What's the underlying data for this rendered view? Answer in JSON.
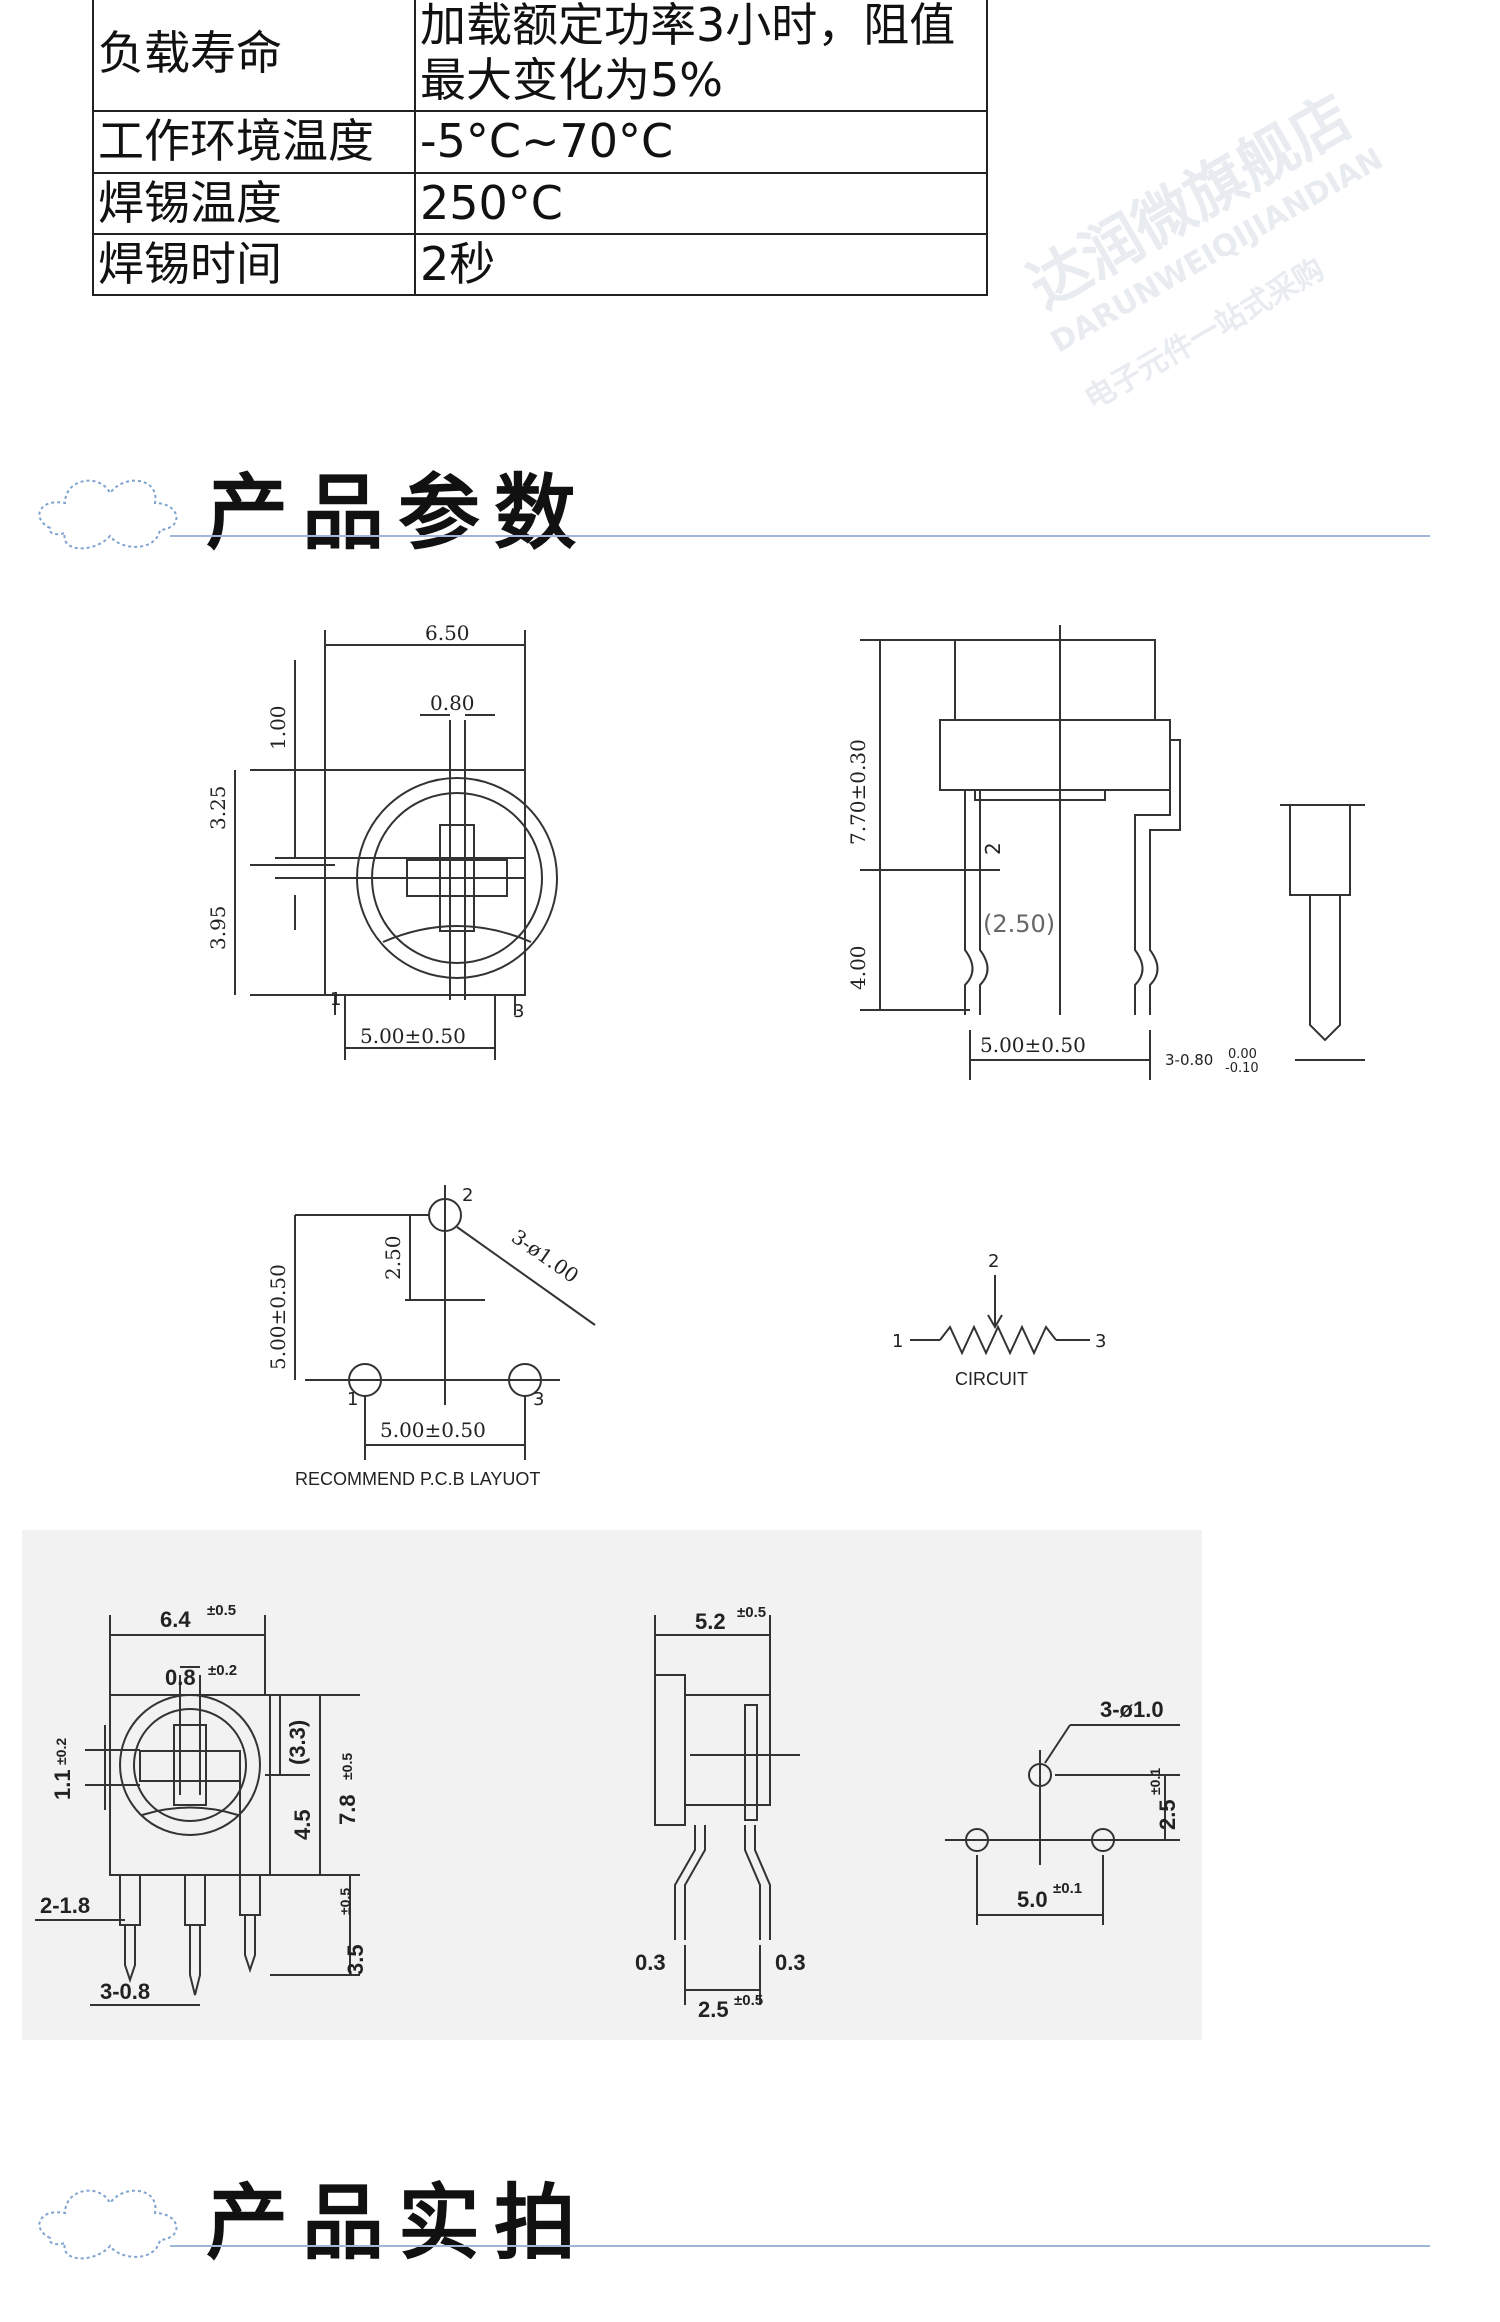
{
  "spec_table": [
    {
      "key": "负载寿命",
      "value_line1": "加载额定功率3小时，阻值",
      "value_line2": "最大变化为5%"
    },
    {
      "key": "工作环境温度",
      "value_line1": "-5°C~70°C"
    },
    {
      "key": "焊锡温度",
      "value_line1": "250°C"
    },
    {
      "key": "焊锡时间",
      "value_line1": "2秒"
    }
  ],
  "sections": {
    "params_title": "产品参数",
    "photo_title": "产品实拍"
  },
  "watermark": {
    "brand_cn": "达润微旗舰店",
    "brand_en": "DARUNWEIQIJIANDIAN",
    "slogan": "电子元件一站式采购"
  },
  "drawing_top_front": {
    "width": "6.50",
    "slot": "0.80",
    "d1": "1.00",
    "d2": "3.25",
    "d3": "3.95",
    "pitch": "5.00±0.50",
    "pin1": "1",
    "pin3": "3"
  },
  "drawing_top_side": {
    "height": "7.70±0.30",
    "leg": "4.00",
    "offset": "(2.50)",
    "pitch": "5.00±0.50",
    "pin2": "2",
    "pin_width": "3-0.80",
    "tol_upper": "0.00",
    "tol_lower": "-0.10"
  },
  "pcb_layout": {
    "pin2": "2",
    "pin1": "1",
    "pin3": "3",
    "vertical": "5.00±0.50",
    "half": "2.50",
    "hole": "3-ø1.00",
    "pitch": "5.00±0.50",
    "caption": "RECOMMEND P.C.B LAYUOT"
  },
  "circuit": {
    "pin1": "1",
    "pin2": "2",
    "pin3": "3",
    "caption": "CIRCUIT"
  },
  "drawing_bottom_front": {
    "width": "6.4",
    "width_tol": "±0.5",
    "slot": "0.8",
    "slot_tol": "±0.2",
    "d11": "1.1",
    "d11_tol": "±0.2",
    "d33": "(3.3)",
    "d78": "7.8",
    "d78_tol": "±0.5",
    "d45": "4.5",
    "d35": "3.5",
    "d35_tol": "±0.5",
    "pin_a": "2-1.8",
    "pin_b": "3-0.8"
  },
  "drawing_bottom_side": {
    "width": "5.2",
    "width_tol": "±0.5",
    "lead_l": "0.3",
    "lead_r": "0.3",
    "pitch": "2.5",
    "pitch_tol": "±0.5"
  },
  "drawing_bottom_pcb": {
    "hole": "3-ø1.0",
    "v": "2.5",
    "v_tol": "±0.1",
    "h": "5.0",
    "h_tol": "±0.1"
  }
}
